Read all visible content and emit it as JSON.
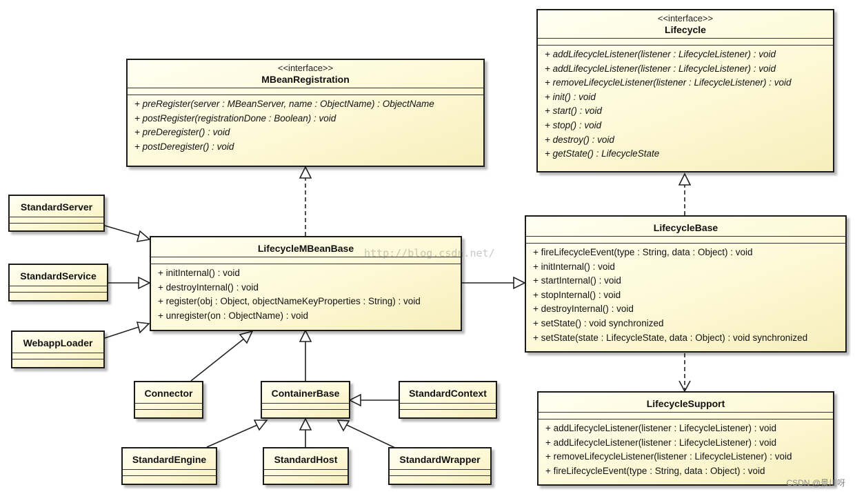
{
  "classes": {
    "lifecycle": {
      "stereotype": "<<interface>>",
      "name": "Lifecycle",
      "ops": [
        "+ addLifecycleListener(listener : LifecycleListener) : void",
        "+ addLifecycleListener(listener : LifecycleListener) : void",
        "+ removeLifecycleListener(listener : LifecycleListener) : void",
        "+ init() : void",
        "+ start() : void",
        "+ stop() : void",
        "+ destroy() : void",
        "+ getState() : LifecycleState"
      ]
    },
    "mbean_registration": {
      "stereotype": "<<interface>>",
      "name": "MBeanRegistration",
      "ops": [
        "+ preRegister(server : MBeanServer, name : ObjectName) : ObjectName",
        "+ postRegister(registrationDone : Boolean) : void",
        "+ preDeregister() : void",
        "+ postDeregister() : void"
      ]
    },
    "lifecycle_mbean_base": {
      "name": "LifecycleMBeanBase",
      "ops": [
        "+ initInternal() : void",
        "+ destroyInternal() : void",
        "+ register(obj : Object, objectNameKeyProperties : String) : void",
        "+ unregister(on : ObjectName) : void"
      ]
    },
    "lifecycle_base": {
      "name": "LifecycleBase",
      "ops": [
        "+ fireLifecycleEvent(type : String, data : Object) : void",
        "+ initInternal() : void",
        "+ startInternal() : void",
        "+ stopInternal() : void",
        "+ destroyInternal() : void",
        "+ setState() : void synchronized",
        "+ setState(state : LifecycleState, data : Object) : void synchronized"
      ]
    },
    "lifecycle_support": {
      "name": "LifecycleSupport",
      "ops": [
        "+ addLifecycleListener(listener : LifecycleListener) : void",
        "+ addLifecycleListener(listener : LifecycleListener) : void",
        "+ removeLifecycleListener(listener : LifecycleListener) : void",
        "+ fireLifecycleEvent(type : String, data : Object) : void"
      ]
    },
    "standard_server": {
      "name": "StandardServer"
    },
    "standard_service": {
      "name": "StandardService"
    },
    "webapp_loader": {
      "name": "WebappLoader"
    },
    "connector": {
      "name": "Connector"
    },
    "container_base": {
      "name": "ContainerBase"
    },
    "standard_context": {
      "name": "StandardContext"
    },
    "standard_engine": {
      "name": "StandardEngine"
    },
    "standard_host": {
      "name": "StandardHost"
    },
    "standard_wrapper": {
      "name": "StandardWrapper"
    }
  },
  "watermark": "http://blog.csdn.net/",
  "credit": "CSDN @景川呀"
}
